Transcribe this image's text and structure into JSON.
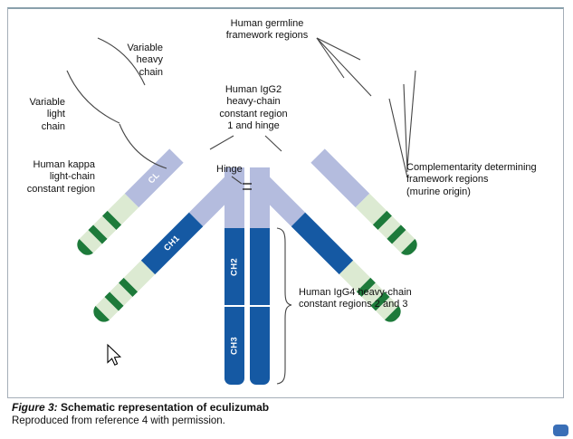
{
  "labels": {
    "variable_heavy": "Variable\nheavy\nchain",
    "variable_light": "Variable\nlight\nchain",
    "kappa": "Human kappa\nlight-chain\nconstant region",
    "germline": "Human germline\nframework regions",
    "igg2": "Human IgG2\nheavy-chain\nconstant region\n1 and hinge",
    "hinge": "Hinge",
    "cdr": "Complementarity determining\nframework regions\n(murine origin)",
    "igg4": "Human IgG4 heavy-chain\nconstant regions 2 and 3"
  },
  "chains": {
    "ch1": "CH1",
    "cl": "CL",
    "ch2": "CH2",
    "ch3": "CH3"
  },
  "figure": {
    "caption_prefix": "Figure 3:",
    "caption_title": " Schematic representation of eculizumab",
    "caption_source": "Reproduced from reference 4 with permission."
  },
  "colors": {
    "dark_blue": "#1559a3",
    "lavender": "#b4bcde",
    "pale_green": "#dcead2",
    "dark_green": "#1d7a3a",
    "scrollbar_blue": "#3a6fb7"
  }
}
